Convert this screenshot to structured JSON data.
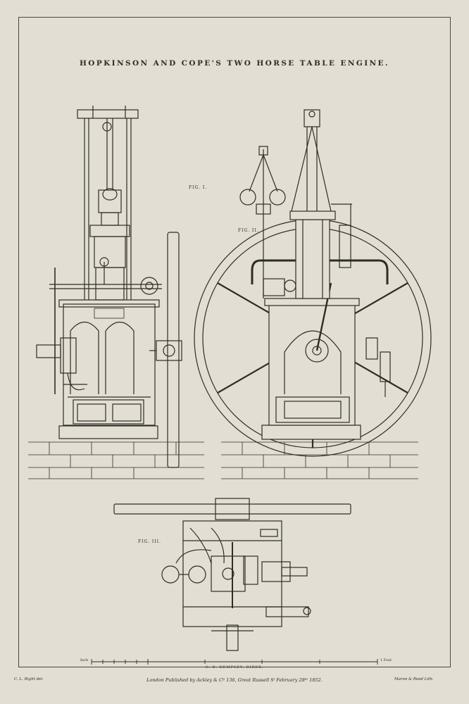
{
  "title": "HOPKINSON AND COPE'S TWO HORSE TABLE ENGINE.",
  "figures": {
    "fig1": "FIG. I.",
    "fig2": "FIG. II.",
    "fig3": "FIG. III."
  },
  "scale": {
    "left": "Inch",
    "right": "1 Foot"
  },
  "engraver": "G. D. DEMPSEY, DIREX.",
  "imprint": "London Published by Ackley & Cº 136, Great Russell Sᵗ February 28ᵗʰ 1852.",
  "artist_credit": "C. L. Right del.",
  "printer_credit": "Maron & Reed Lith.",
  "colors": {
    "paper": "#e3ded4",
    "ink": "#2f2c27"
  }
}
